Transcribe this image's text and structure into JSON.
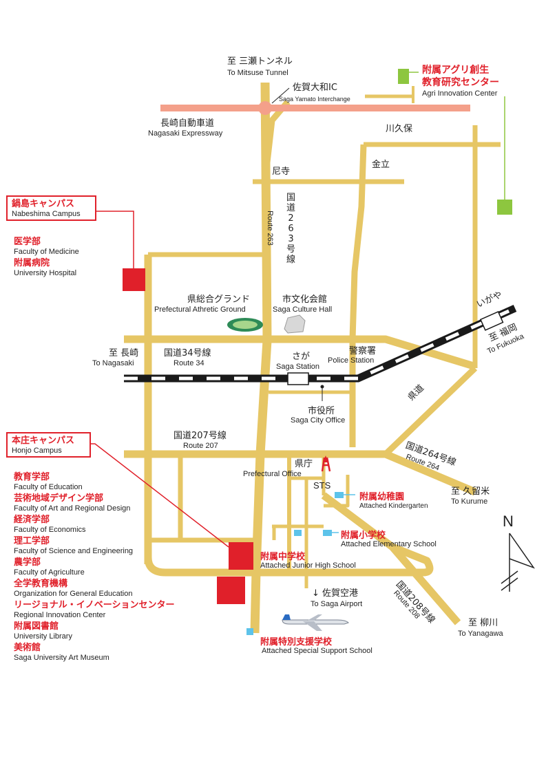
{
  "colors": {
    "road": "#e6c665",
    "rail_dark": "#1a1a1a",
    "rail_light": "#ffffff",
    "expressway": "#f4a08a",
    "campus": "#e0202a",
    "facility": "#5dc3ea",
    "agri": "#8dc63f",
    "label_red": "#e0202a"
  },
  "labels": {
    "mitsuse_jp": "至 三瀬トンネル",
    "mitsuse_en": "To Mitsuse Tunnel",
    "ic_jp": "佐賀大和IC",
    "ic_en": "Saga Yamato Interchange",
    "expressway_jp": "長崎自動車道",
    "expressway_en": "Nagasaki Expressway",
    "kawakubo": "川久保",
    "kanatsu": "金立",
    "amadera": "尼寺",
    "route263_jp": "国道263号線",
    "route263_en": "Route 263",
    "athletic_jp": "県総合グランド",
    "athletic_en": "Prefectural Athretic Ground",
    "culture_jp": "市文化会館",
    "culture_en": "Saga Culture Hall",
    "igaya": "いがや",
    "fukuoka_jp": "至 福岡",
    "fukuoka_en": "To Fukuoka",
    "nagasaki_jp": "至 長崎",
    "nagasaki_en": "To Nagasaki",
    "route34_jp": "国道34号線",
    "route34_en": "Route 34",
    "station_jp": "さが",
    "station_en": "Saga Station",
    "police_jp": "警察署",
    "police_en": "Police Station",
    "city_office_jp": "市役所",
    "city_office_en": "Saga City Office",
    "kendo": "県道",
    "route207_jp": "国道207号線",
    "route207_en": "Route 207",
    "route264_jp": "国道264号線",
    "route264_en": "Route 264",
    "pref_office_jp": "県庁",
    "pref_office_en": "Prefectural Office",
    "sts": "STS",
    "kurume_jp": "至 久留米",
    "kurume_en": "To Kurume",
    "airport_jp": "↓ 佐賀空港",
    "airport_en": "To Saga Airport",
    "route208_jp": "国道208号線",
    "route208_en": "Route 208",
    "yanagawa_jp": "至 柳川",
    "yanagawa_en": "To Yanagawa",
    "north": "N"
  },
  "agri": {
    "jp_line1": "附属アグリ創生",
    "jp_line2": "教育研究センター",
    "en": "Agri Innovation Center"
  },
  "nabeshima": {
    "title_jp": "鍋島キャンパス",
    "title_en": "Nabeshima Campus",
    "faculties": [
      {
        "jp": "医学部",
        "en": "Faculty of Medicine"
      },
      {
        "jp": "附属病院",
        "en": "University Hospital"
      }
    ]
  },
  "honjo": {
    "title_jp": "本庄キャンパス",
    "title_en": "Honjo Campus",
    "faculties": [
      {
        "jp": "教育学部",
        "en": "Faculty of Education"
      },
      {
        "jp": "芸術地域デザイン学部",
        "en": "Faculty of Art and Regional Design"
      },
      {
        "jp": "経済学部",
        "en": "Faculty of Economics"
      },
      {
        "jp": "理工学部",
        "en": "Faculty of Science and Engineering"
      },
      {
        "jp": "農学部",
        "en": "Faculty of Agriculture"
      },
      {
        "jp": "全学教育機構",
        "en": "Organization for General Education"
      },
      {
        "jp": "リージョナル・イノベーションセンター",
        "en": "Regional Innovation Center"
      },
      {
        "jp": "附属図書館",
        "en": "University Library"
      },
      {
        "jp": "美術館",
        "en": "Saga University Art Museum"
      }
    ]
  },
  "attached": {
    "kindergarten_jp": "附属幼稚園",
    "kindergarten_en": "Attached Kindergarten",
    "elementary_jp": "附属小学校",
    "elementary_en": "Attached Elementary School",
    "junior_jp": "附属中学校",
    "junior_en": "Attached Junior High School",
    "special_jp": "附属特別支援学校",
    "special_en": "Attached Special Support School"
  }
}
